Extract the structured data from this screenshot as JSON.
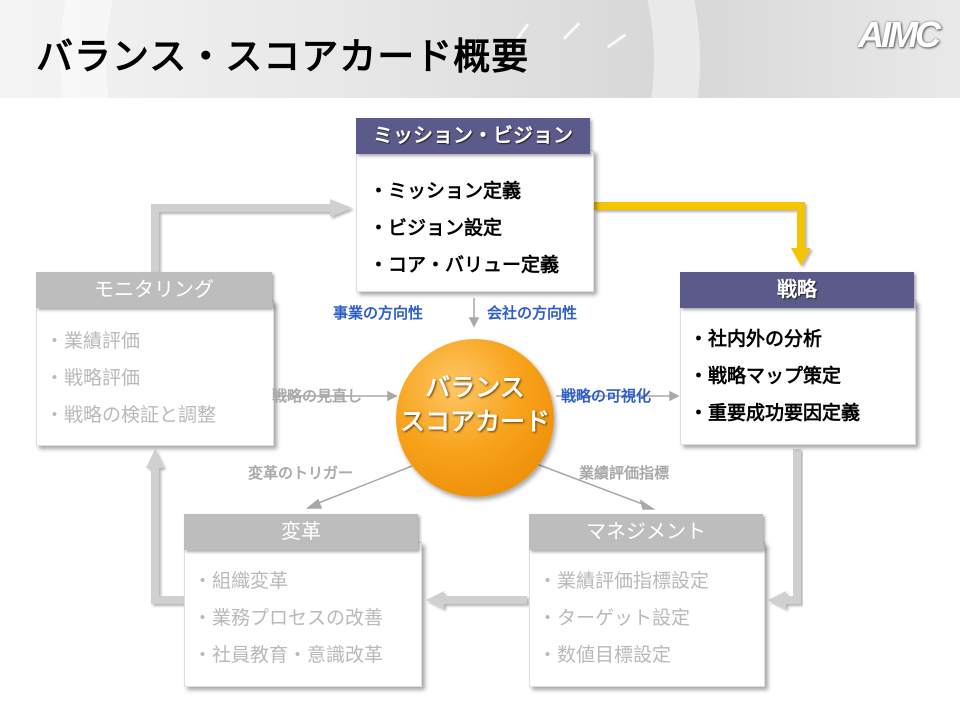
{
  "header": {
    "title": "バランス・スコアカード概要",
    "logo": "AIMC"
  },
  "center": {
    "line1": "バランス",
    "line2": "スコアカード"
  },
  "boxes": {
    "mission": {
      "title": "ミッション・ビジョン",
      "items": [
        "・ミッション定義",
        "・ビジョン設定",
        "・コア・バリュー定義"
      ]
    },
    "strategy": {
      "title": "戦略",
      "items": [
        "・社内外の分析",
        "・戦略マップ策定",
        "・重要成功要因定義"
      ]
    },
    "monitoring": {
      "title": "モニタリング",
      "items": [
        "・業績評価",
        "・戦略評価",
        "・戦略の検証と調整"
      ]
    },
    "reform": {
      "title": "変革",
      "items": [
        "・組織変革",
        "・業務プロセスの改善",
        "・社員教育・意識改革"
      ]
    },
    "management": {
      "title": "マネジメント",
      "items": [
        "・業績評価指標設定",
        "・ターゲット設定",
        "・数値目標設定"
      ]
    }
  },
  "labels": {
    "business_direction": "事業の方向性",
    "company_direction": "会社の方向性",
    "strategy_review": "戦略の見直し",
    "strategy_visualization": "戦略の可視化",
    "reform_trigger": "変革のトリガー",
    "performance_indicator": "業績評価指標"
  },
  "colors": {
    "accent_yellow": "#f5c400",
    "header_dark": "#5b5a8a",
    "center_orange": "#f39800",
    "label_blue": "#2e5fc9"
  }
}
